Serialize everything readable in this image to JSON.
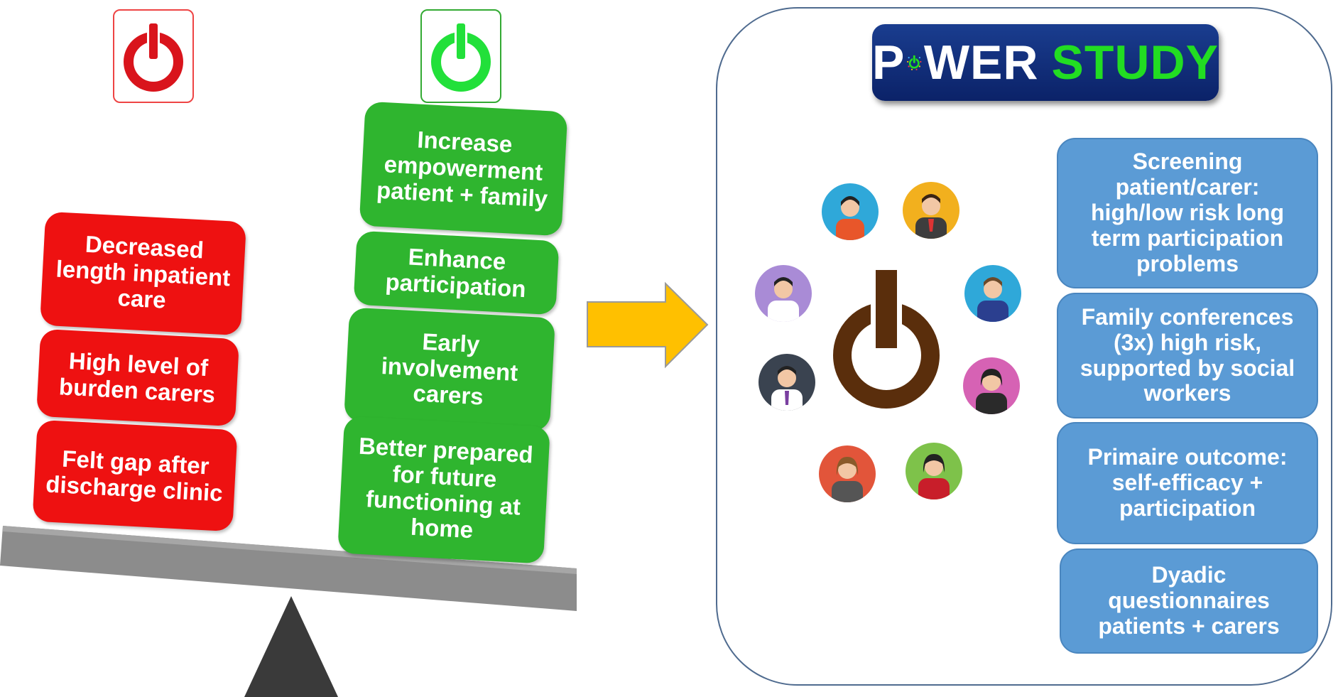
{
  "left_panel": {
    "red_items": [
      "Decreased length inpatient care",
      "High level of burden carers",
      "Felt gap after discharge clinic"
    ],
    "green_items": [
      "Increase empowerment patient + family",
      "Enhance participation",
      "Early involvement carers",
      "Better prepared for future functioning at home"
    ],
    "off_icon": "power-off-icon",
    "on_icon": "power-on-icon"
  },
  "right_panel": {
    "title_left": "P",
    "title_mid": "WER",
    "title_right": "STUDY",
    "title_colors": {
      "white": "#ffffff",
      "green": "#22dd22",
      "banner": "#132f7a"
    },
    "steps": [
      "Screening patient/carer: high/low risk long term participation problems",
      "Family conferences (3x) high risk, supported by social workers",
      "Primaire outcome: self-efficacy + participation",
      "Dyadic questionnaires patients + carers"
    ],
    "center_icon": "power-icon",
    "people_icons": [
      "person-icon",
      "person-icon",
      "person-icon",
      "person-icon",
      "person-icon",
      "person-icon",
      "person-icon",
      "person-icon"
    ]
  },
  "colors": {
    "red": "#ee1111",
    "green": "#2fb52f",
    "blue": "#5b9bd5",
    "arrow": "#ffc000",
    "power_brown": "#5a2e0c"
  }
}
